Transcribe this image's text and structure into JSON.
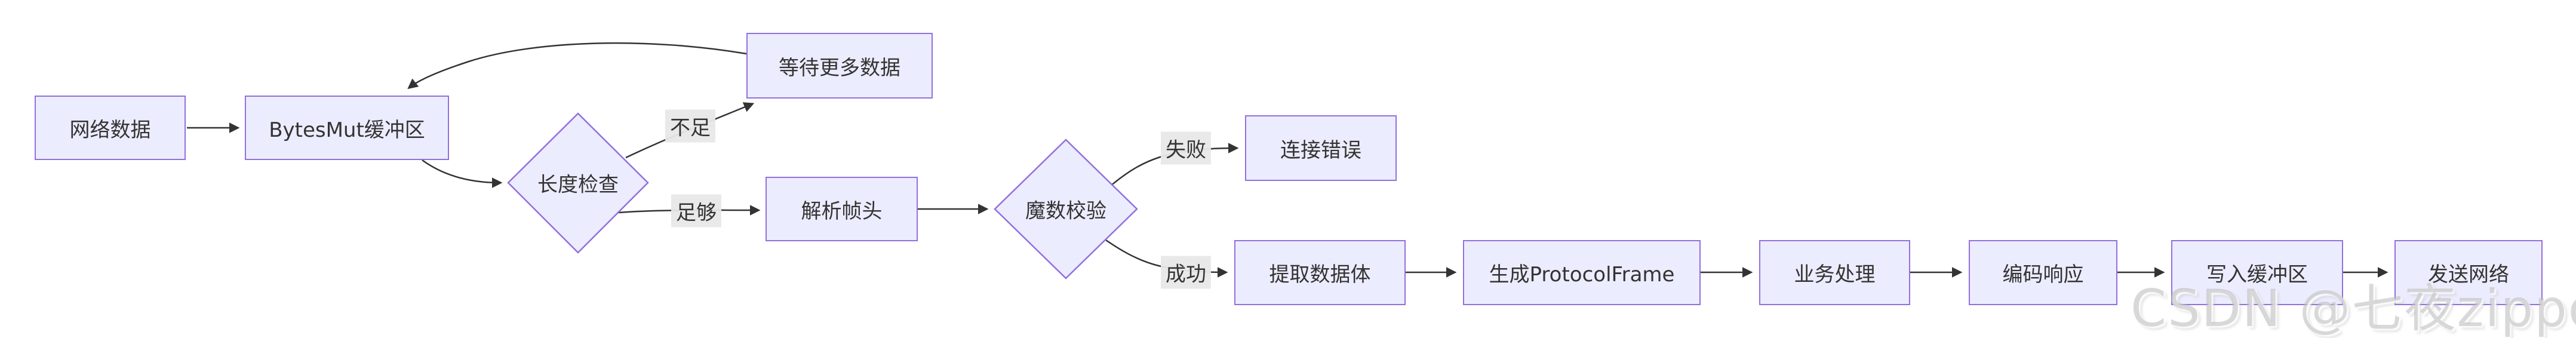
{
  "diagram": {
    "type": "flowchart",
    "direction": "left-to-right",
    "nodes": [
      {
        "id": "network-data",
        "shape": "rect",
        "label": "网络数据"
      },
      {
        "id": "bytesmut-buffer",
        "shape": "rect",
        "label": "BytesMut缓冲区"
      },
      {
        "id": "length-check",
        "shape": "diamond",
        "label": "长度检查"
      },
      {
        "id": "wait-more-data",
        "shape": "rect",
        "label": "等待更多数据"
      },
      {
        "id": "parse-frame-header",
        "shape": "rect",
        "label": "解析帧头"
      },
      {
        "id": "magic-check",
        "shape": "diamond",
        "label": "魔数校验"
      },
      {
        "id": "connection-error",
        "shape": "rect",
        "label": "连接错误"
      },
      {
        "id": "extract-body",
        "shape": "rect",
        "label": "提取数据体"
      },
      {
        "id": "gen-protocol-frame",
        "shape": "rect",
        "label": "生成ProtocolFrame"
      },
      {
        "id": "business-process",
        "shape": "rect",
        "label": "业务处理"
      },
      {
        "id": "encode-response",
        "shape": "rect",
        "label": "编码响应"
      },
      {
        "id": "write-buffer",
        "shape": "rect",
        "label": "写入缓冲区"
      },
      {
        "id": "send-network",
        "shape": "rect",
        "label": "发送网络"
      }
    ],
    "edges": [
      {
        "from": "network-data",
        "to": "bytesmut-buffer",
        "label": ""
      },
      {
        "from": "bytesmut-buffer",
        "to": "length-check",
        "label": ""
      },
      {
        "from": "length-check",
        "to": "wait-more-data",
        "label": "不足"
      },
      {
        "from": "wait-more-data",
        "to": "bytesmut-buffer",
        "label": ""
      },
      {
        "from": "length-check",
        "to": "parse-frame-header",
        "label": "足够"
      },
      {
        "from": "parse-frame-header",
        "to": "magic-check",
        "label": ""
      },
      {
        "from": "magic-check",
        "to": "connection-error",
        "label": "失败"
      },
      {
        "from": "magic-check",
        "to": "extract-body",
        "label": "成功"
      },
      {
        "from": "extract-body",
        "to": "gen-protocol-frame",
        "label": ""
      },
      {
        "from": "gen-protocol-frame",
        "to": "business-process",
        "label": ""
      },
      {
        "from": "business-process",
        "to": "encode-response",
        "label": ""
      },
      {
        "from": "encode-response",
        "to": "write-buffer",
        "label": ""
      },
      {
        "from": "write-buffer",
        "to": "send-network",
        "label": ""
      }
    ],
    "colors": {
      "node_fill": "#ECECFF",
      "node_border": "#9370DB",
      "edge_stroke": "#333333",
      "text": "#333333",
      "edge_label_bg": "#E8E8E8",
      "background": "#FFFFFF"
    }
  },
  "watermark": {
    "text": "CSDN @七夜zippoe"
  }
}
